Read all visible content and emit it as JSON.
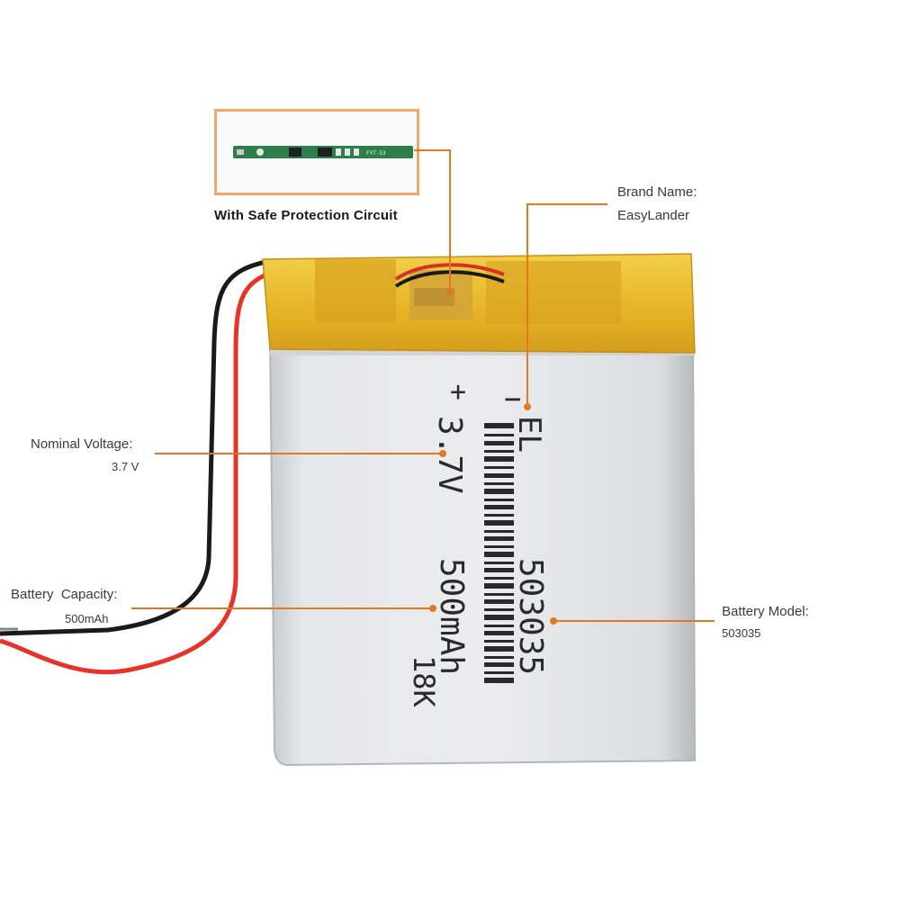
{
  "protection_circuit": {
    "caption": "With Safe Protection Circuit",
    "board_marking": "FYT-53"
  },
  "brand": {
    "label": "Brand Name:",
    "value": "EasyLander"
  },
  "voltage": {
    "label": "Nominal Voltage:",
    "value": "3.7 V"
  },
  "capacity": {
    "label": "Battery  Capacity:",
    "value": "500mAh"
  },
  "model": {
    "label": "Battery Model:",
    "value": "503035"
  },
  "cell_print": {
    "minus": "−",
    "brand_mark": "EL",
    "plus": "+",
    "voltage": "3.7V",
    "model": "503035",
    "capacity": "500mAh",
    "code": "18K"
  },
  "colors": {
    "accent": "#e07a22",
    "tape": "#e8b82a",
    "cell": "#dedfe1",
    "wire_red": "#e8332a",
    "wire_black": "#1a1a1a"
  }
}
